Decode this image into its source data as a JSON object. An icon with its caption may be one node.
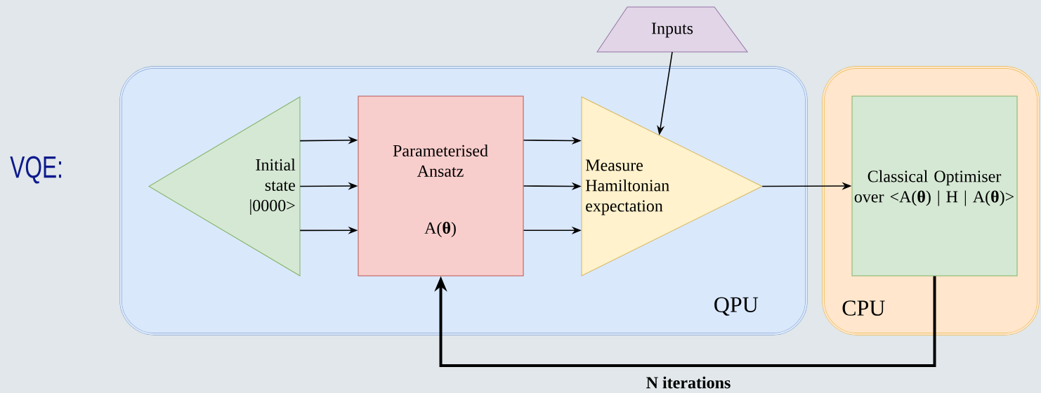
{
  "diagram": {
    "title": "VQE:",
    "nodes": [
      {
        "text": [
          "QPU"
        ]
      },
      {
        "text": [
          "CPU"
        ]
      },
      {
        "text": [
          "Initial state |0000>"
        ],
        "in": 0
      },
      {
        "text": [
          "Parameterised Ansatz",
          "A(**θ**)"
        ],
        "in": 0
      },
      {
        "text": [
          "Measure Hamiltonian expectation"
        ],
        "in": 0
      },
      {
        "text": [
          "Inputs"
        ]
      },
      {
        "text": [
          "Classical Optimiser over <A(**θ**) | H | A(**θ**)>"
        ],
        "in": 1
      }
    ],
    "edges": [
      {
        "from": 2,
        "to": 3,
        "arrow": "to"
      },
      {
        "from": 2,
        "to": 3,
        "arrow": "to"
      },
      {
        "from": 2,
        "to": 3,
        "arrow": "to"
      },
      {
        "from": 3,
        "to": 4,
        "arrow": "to"
      },
      {
        "from": 3,
        "to": 4,
        "arrow": "to"
      },
      {
        "from": 3,
        "to": 4,
        "arrow": "to"
      },
      {
        "from": 5,
        "to": 4,
        "arrow": "to"
      },
      {
        "from": 4,
        "to": 6,
        "arrow": "to"
      },
      {
        "from": 6,
        "to": 3,
        "arrow": "to",
        "style": "thick",
        "label": "N iterations"
      }
    ]
  }
}
